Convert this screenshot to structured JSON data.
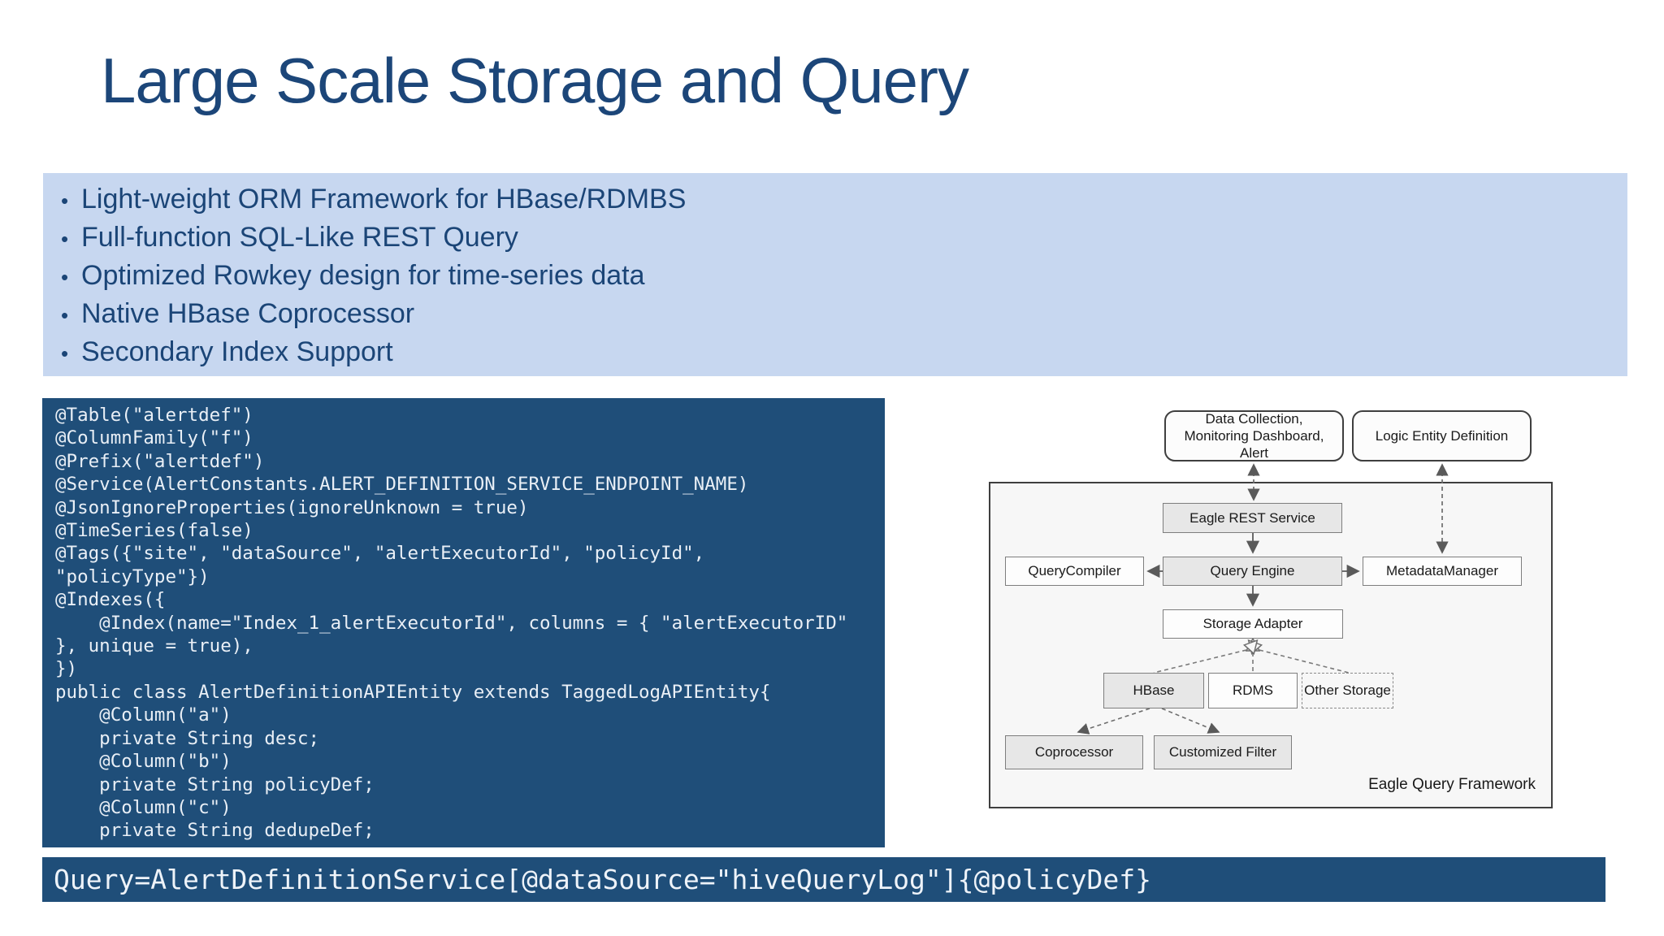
{
  "slide": {
    "title": "Large Scale Storage and Query",
    "bullet_char": "•",
    "bullets": [
      "Light-weight ORM Framework for HBase/RDMBS",
      "Full-function SQL-Like REST Query",
      "Optimized Rowkey design for time-series data",
      "Native HBase Coprocessor",
      "Secondary Index Support"
    ]
  },
  "code": {
    "lines": [
      "@Table(\"alertdef\")",
      "@ColumnFamily(\"f\")",
      "@Prefix(\"alertdef\")",
      "@Service(AlertConstants.ALERT_DEFINITION_SERVICE_ENDPOINT_NAME)",
      "@JsonIgnoreProperties(ignoreUnknown = true)",
      "@TimeSeries(false)",
      "@Tags({\"site\", \"dataSource\", \"alertExecutorId\", \"policyId\",",
      "\"policyType\"})",
      "@Indexes({",
      "    @Index(name=\"Index_1_alertExecutorId\", columns = { \"alertExecutorID\"",
      "}, unique = true),",
      "})",
      "public class AlertDefinitionAPIEntity extends TaggedLogAPIEntity{",
      "    @Column(\"a\")",
      "    private String desc;",
      "    @Column(\"b\")",
      "    private String policyDef;",
      "    @Column(\"c\")",
      "    private String dedupeDef;"
    ]
  },
  "query_bar": {
    "text": "Query=AlertDefinitionService[@dataSource=\"hiveQueryLog\"]{@policyDef}"
  },
  "diagram": {
    "frame_label": "Eagle Query Framework",
    "nodes": {
      "data_collection": "Data Collection, Monitoring Dashboard, Alert",
      "logic_entity": "Logic Entity Definition",
      "rest_service": "Eagle REST Service",
      "query_compiler": "QueryCompiler",
      "query_engine": "Query Engine",
      "metadata_manager": "MetadataManager",
      "storage_adapter": "Storage Adapter",
      "hbase": "HBase",
      "rdms": "RDMS",
      "other_storage": "Other Storage",
      "coprocessor": "Coprocessor",
      "customized_filter": "Customized Filter"
    }
  },
  "colors": {
    "title_blue": "#1C4679",
    "bullet_panel_bg": "#C7D7F0",
    "code_bg": "#1F4E79",
    "code_text": "#E9EFF6",
    "diagram_frame_bg": "#F7F7F7",
    "diagram_gray_box": "#E7E7E7"
  }
}
